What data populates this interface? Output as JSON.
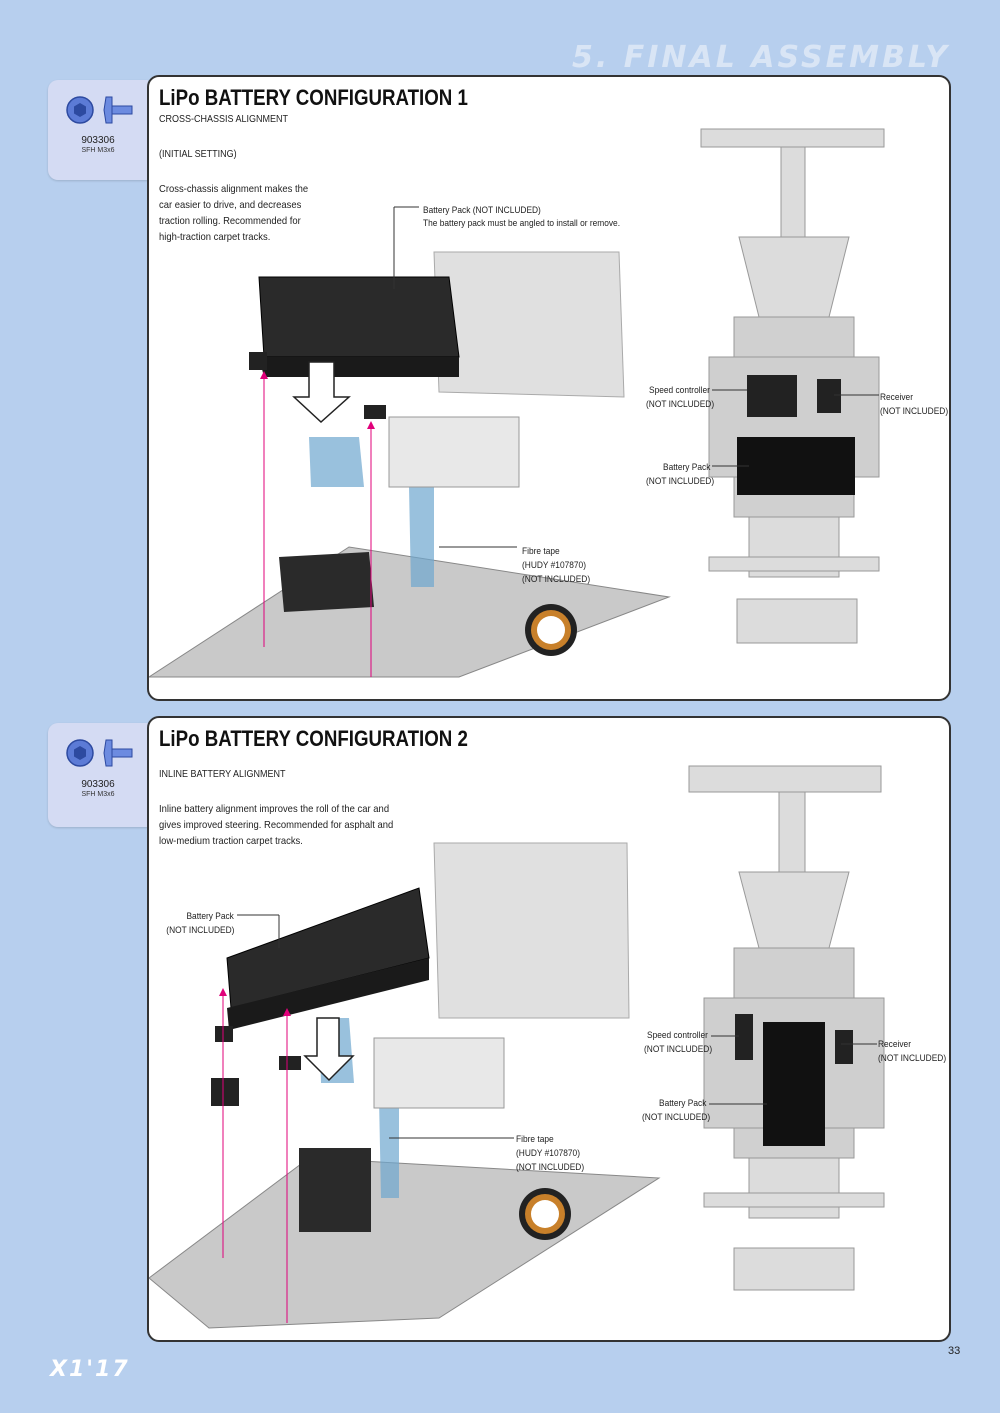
{
  "header": {
    "section_title": "5. FINAL ASSEMBLY"
  },
  "parts": [
    {
      "number": "903306",
      "code": "SFH M3x6"
    },
    {
      "number": "903306",
      "code": "SFH M3x6"
    }
  ],
  "config1": {
    "title": "LiPo BATTERY CONFIGURATION 1",
    "subtitle": "CROSS-CHASSIS ALIGNMENT",
    "setting": "(INITIAL SETTING)",
    "description": "Cross-chassis alignment makes the\ncar easier to drive, and decreases\ntraction rolling.  Recommended for\nhigh-traction carpet tracks.",
    "callouts": {
      "battery_pack": "Battery Pack (NOT INCLUDED)",
      "battery_note": "The battery pack must be angled to install or remove.",
      "fibre_tape_1": "Fibre tape",
      "fibre_tape_2": "(HUDY #107870)",
      "fibre_tape_3": "(NOT INCLUDED)",
      "speed_controller_1": "Speed controller",
      "speed_controller_2": "(NOT INCLUDED)",
      "receiver_1": "Receiver",
      "receiver_2": "(NOT INCLUDED)",
      "battery_top_1": "Battery Pack",
      "battery_top_2": "(NOT INCLUDED)"
    }
  },
  "config2": {
    "title": "LiPo BATTERY CONFIGURATION 2",
    "subtitle": "INLINE BATTERY ALIGNMENT",
    "description": "Inline battery alignment improves the roll of the car and\ngives improved steering. Recommended for asphalt and\nlow-medium traction carpet tracks.",
    "callouts": {
      "battery_pack_1": "Battery Pack",
      "battery_pack_2": "(NOT INCLUDED)",
      "fibre_tape_1": "Fibre tape",
      "fibre_tape_2": "(HUDY #107870)",
      "fibre_tape_3": "(NOT INCLUDED)",
      "speed_controller_1": "Speed controller",
      "speed_controller_2": "(NOT INCLUDED)",
      "receiver_1": "Receiver",
      "receiver_2": "(NOT INCLUDED)",
      "battery_top_1": "Battery Pack",
      "battery_top_2": "(NOT INCLUDED)"
    }
  },
  "footer": {
    "logo": "X1'17",
    "page_number": "33"
  },
  "colors": {
    "background": "#b7cfee",
    "tab": "#d4dbf3",
    "arrow": "#e0007a",
    "title_faded": "#d9e5f5"
  }
}
